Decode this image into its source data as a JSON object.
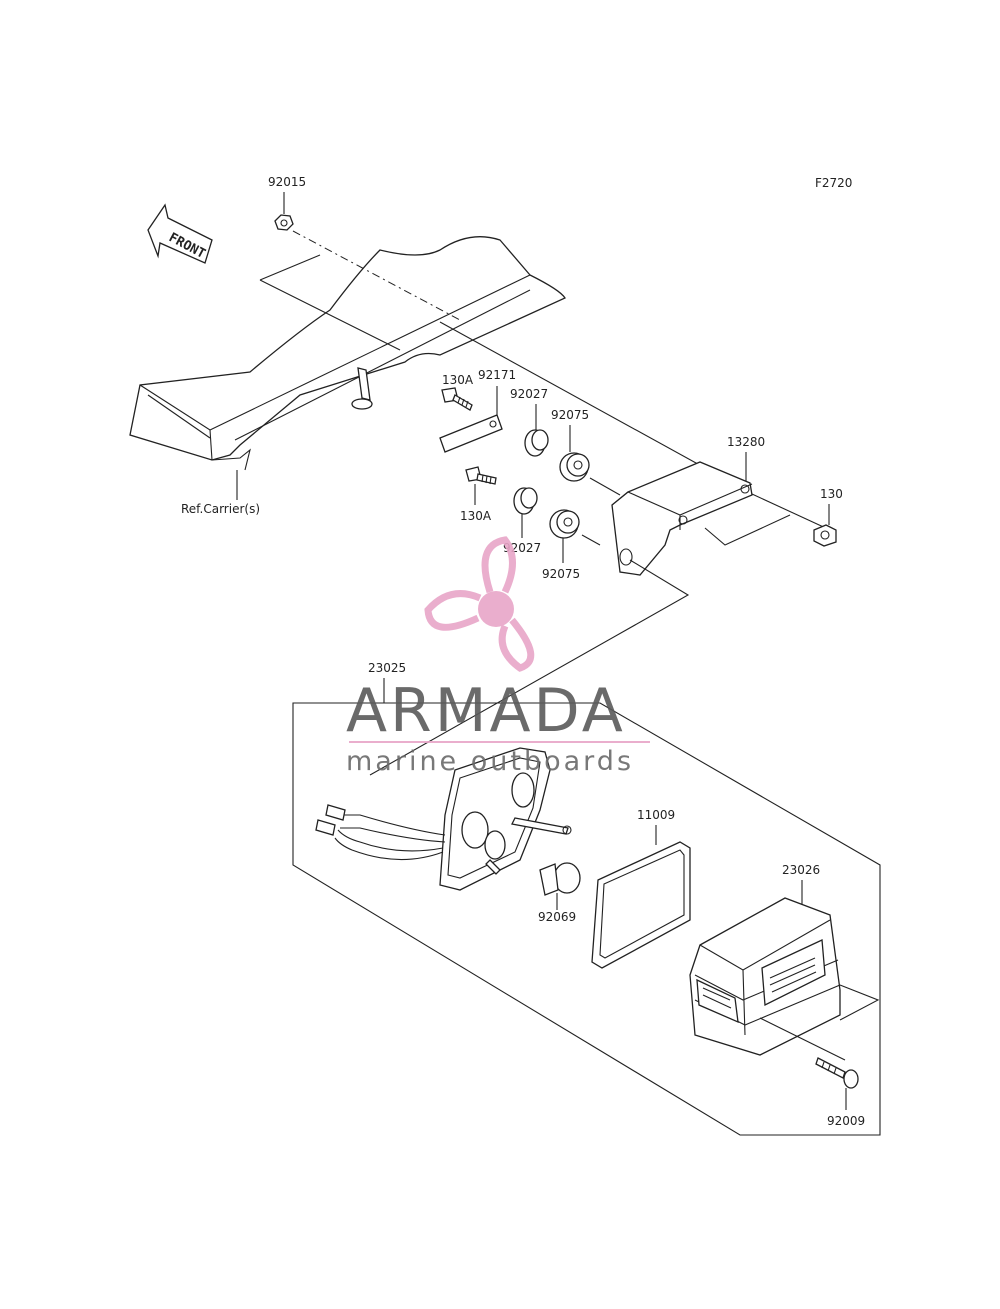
{
  "figure_id": "F2720",
  "front_arrow_label": "FRONT",
  "reference_label": "Ref.Carrier(s)",
  "parts": {
    "p92015": "92015",
    "p130A_top": "130A",
    "p92171": "92171",
    "p92027_top": "92027",
    "p92075_top": "92075",
    "p13280": "13280",
    "p130": "130",
    "p130A_bottom": "130A",
    "p92027_bottom": "92027",
    "p92075_bottom": "92075",
    "p23025": "23025",
    "p11009": "11009",
    "p23026": "23026",
    "p92069": "92069",
    "p92009": "92009"
  },
  "watermark": {
    "brand": "ARMADA",
    "tagline": "marine outboards",
    "brand_color": "#5a5a5a",
    "logo_color": "#e8a6c8"
  }
}
